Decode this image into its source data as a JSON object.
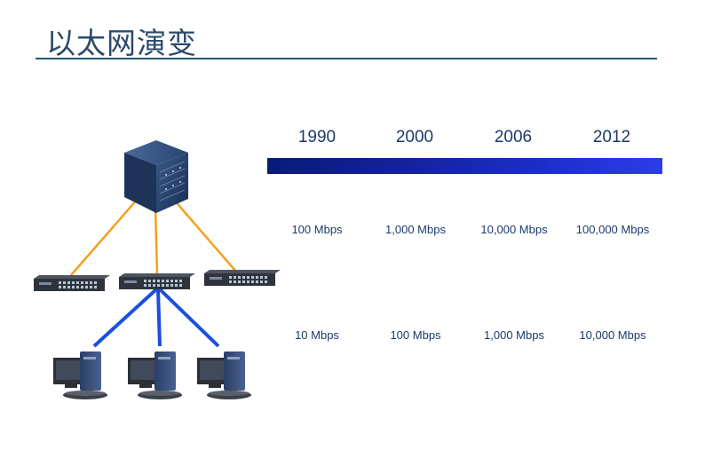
{
  "slide": {
    "title": "以太网演变"
  },
  "timeline": {
    "years": [
      "1990",
      "2000",
      "2006",
      "2012"
    ],
    "server_speeds": [
      "100 Mbps",
      "1,000 Mbps",
      "10,000 Mbps",
      "100,000 Mbps"
    ],
    "desktop_speeds": [
      "10 Mbps",
      "100 Mbps",
      "1,000 Mbps",
      "10,000 Mbps"
    ],
    "bar_colors": [
      "#0a1a7a",
      "#2a3dea"
    ]
  },
  "network": {
    "uplink_color": "#f5a020",
    "downlink_color": "#1a4fe0",
    "core_switch_icon": "chassis-switch-icon",
    "access_switch_icon": "rack-switch-icon",
    "workstation_icon": "desktop-computer-icon"
  }
}
